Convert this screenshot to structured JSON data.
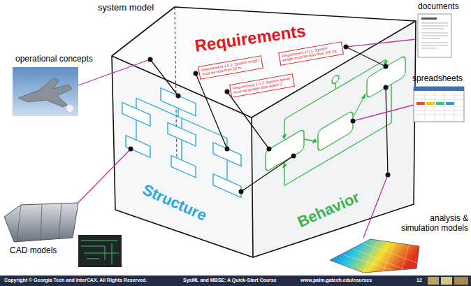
{
  "diagram": {
    "nodes": [
      {
        "text": [
          "Requirement 1.0.1: System weight must be less than 200 kg"
        ]
      },
      {
        "text": [
          "Requirement 1.0.2: System length must be less than 20 m"
        ]
      },
      {
        "text": [
          "Requirement 1.0.3: System speed must be greater than Mach 2"
        ]
      }
    ],
    "labels": [
      "system model",
      "Requirements",
      "Structure",
      "Behavior",
      "operational concepts",
      "documents",
      "spreadsheets",
      "CAD models",
      "analysis & simulation models",
      "Copyright © Georgia Tech and InterCAX. All Rights Reserved.",
      "SysML and MBSE: A Quick-Start Course",
      "www.palm.gatech.edu/courses",
      "12"
    ]
  }
}
